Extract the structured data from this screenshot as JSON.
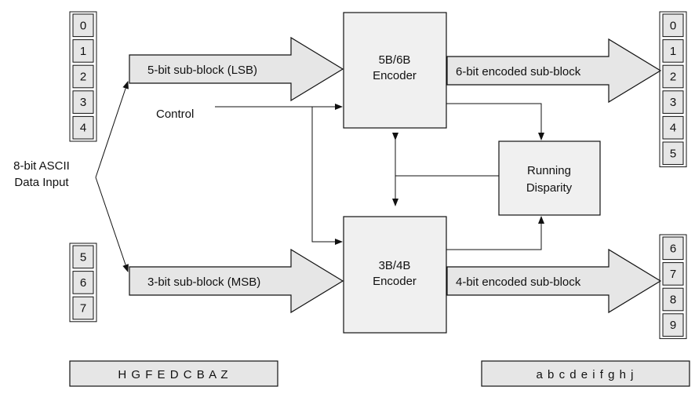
{
  "input_label": [
    "8-bit ASCII",
    "Data Input"
  ],
  "control_label": "Control",
  "lsb_arrow_label": "5-bit sub-block (LSB)",
  "msb_arrow_label": "3-bit sub-block (MSB)",
  "encoder_5b6b": [
    "5B/6B",
    "Encoder"
  ],
  "encoder_3b4b": [
    "3B/4B",
    "Encoder"
  ],
  "running_disparity": [
    "Running",
    "Disparity"
  ],
  "out6_label": "6-bit encoded sub-block",
  "out4_label": "4-bit encoded sub-block",
  "input_bits_top": [
    "0",
    "1",
    "2",
    "3",
    "4"
  ],
  "input_bits_bottom": [
    "5",
    "6",
    "7"
  ],
  "output_bits_top": [
    "0",
    "1",
    "2",
    "3",
    "4",
    "5"
  ],
  "output_bits_bottom": [
    "6",
    "7",
    "8",
    "9"
  ],
  "input_order": "H G F E D C B A Z",
  "output_order": "a b c d e i f g h j"
}
